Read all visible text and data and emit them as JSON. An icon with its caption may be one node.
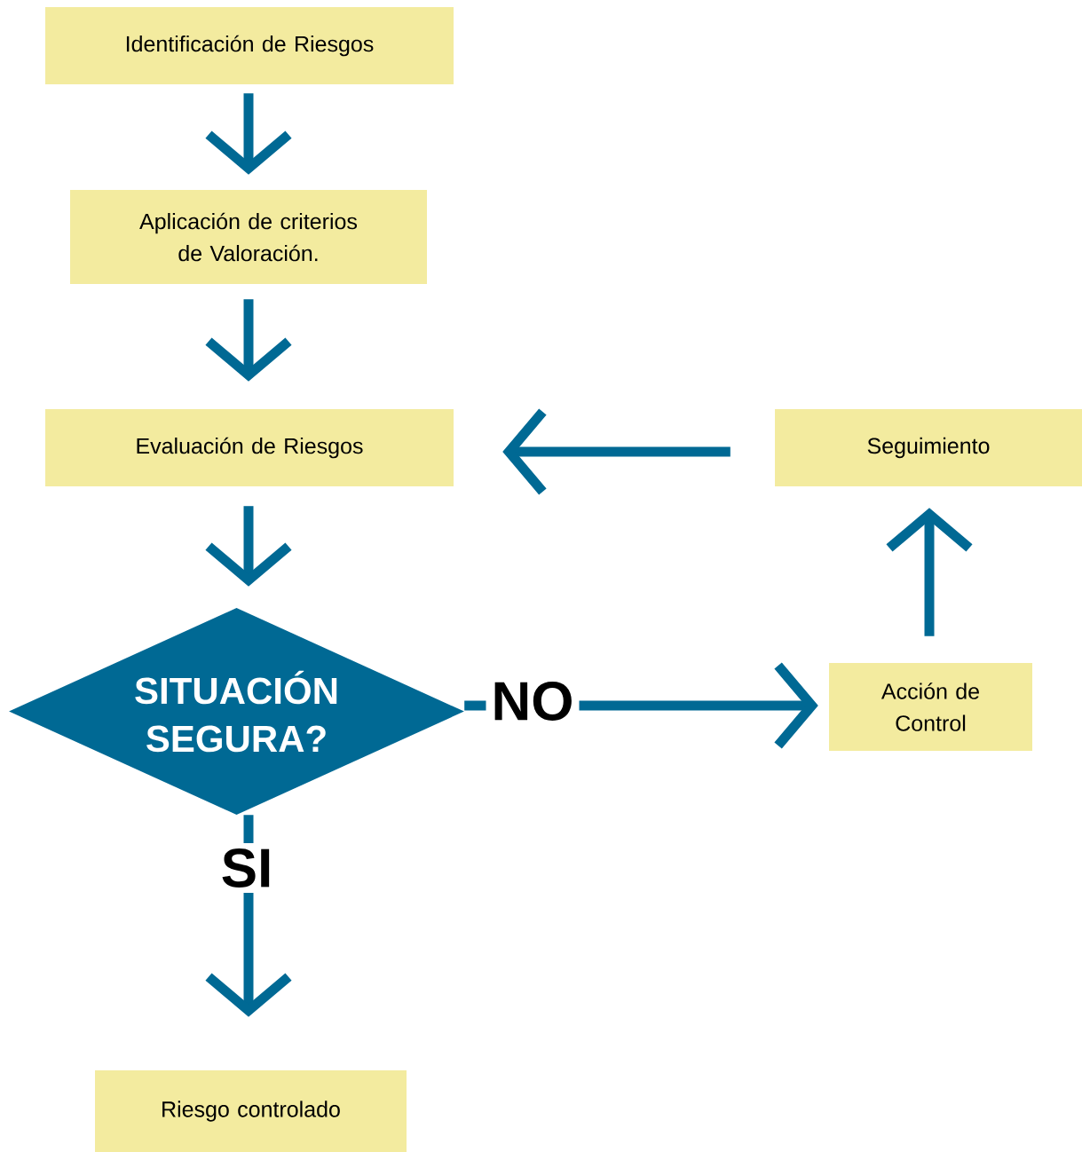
{
  "diagram": {
    "nodes": [
      {
        "text": [
          "Identificación de Riesgos"
        ]
      },
      {
        "text": [
          "Aplicación de criterios de Valoración."
        ]
      },
      {
        "text": [
          "Evaluación de Riesgos"
        ]
      },
      {
        "text": [
          "SITUACIÓN SEGURA?"
        ]
      },
      {
        "text": [
          "Acción de Control"
        ]
      },
      {
        "text": [
          "Seguimiento"
        ]
      },
      {
        "text": [
          "Riesgo controlado"
        ]
      }
    ],
    "edges": [
      {
        "from": 0,
        "to": 1,
        "arrow": "to"
      },
      {
        "from": 1,
        "to": 2,
        "arrow": "to"
      },
      {
        "from": 2,
        "to": 3,
        "arrow": "to"
      },
      {
        "from": 3,
        "to": 4,
        "arrow": "to",
        "label": "NO"
      },
      {
        "from": 4,
        "to": 5,
        "arrow": "to"
      },
      {
        "from": 5,
        "to": 2,
        "arrow": "to"
      },
      {
        "from": 3,
        "to": 6,
        "arrow": "to",
        "label": "SI"
      }
    ]
  }
}
